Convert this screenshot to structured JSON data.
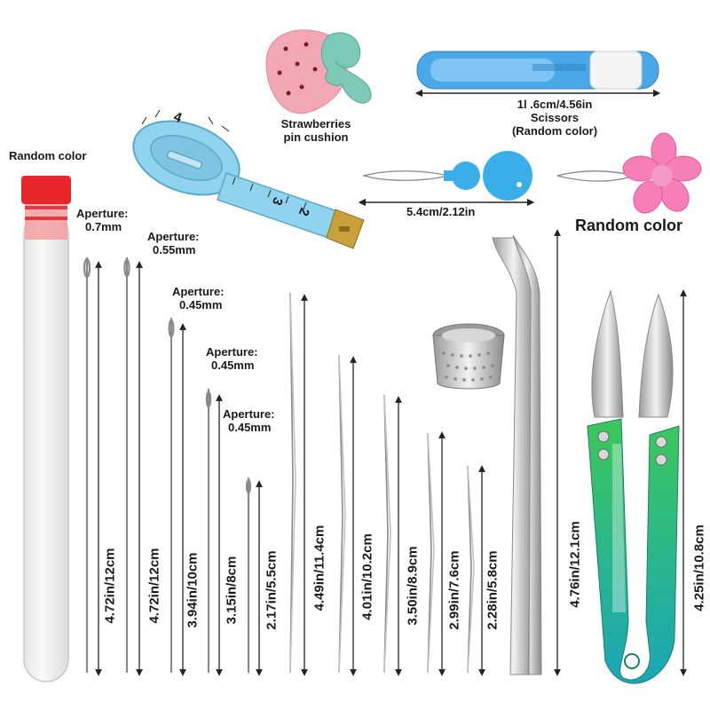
{
  "labels": {
    "tube_color": "Random color",
    "strawberry_line1": "Strawberries",
    "strawberry_line2": "pin cushion",
    "scissors_small_size": "1l .6cm/4.56in",
    "scissors_small_name": "Scissors",
    "scissors_small_color": "(Random color)",
    "threader_size": "5.4cm/2.12in",
    "flower_color": "Random color"
  },
  "apertures": [
    {
      "label": "Aperture:",
      "value": "0.7mm"
    },
    {
      "label": "Aperture:",
      "value": "0.55mm"
    },
    {
      "label": "Aperture:",
      "value": "0.45mm"
    },
    {
      "label": "Aperture:",
      "value": "0.45mm"
    },
    {
      "label": "Aperture:",
      "value": "0.45mm"
    }
  ],
  "measurements": [
    "4.72in/12cm",
    "4.72in/12cm",
    "3.94in/10cm",
    "3.15in/8cm",
    "2.17in/5.5cm",
    "4.49in/11.4cm",
    "4.01in/10.2cm",
    "3.50in/8.9cm",
    "2.99in/7.6cm",
    "2.28in/5.8cm",
    "4.76in/12.1cm",
    "4.25in/10.8cm"
  ],
  "tape_numbers": [
    "4",
    "3",
    "2"
  ],
  "colors": {
    "tube_cap": "#e8262c",
    "tape_blue": "#8fd3ee",
    "tape_metal": "#c9a13a",
    "strawberry": "#f2a8b4",
    "leaf": "#7cc9b7",
    "scissors_small": "#4aa8e8",
    "threader_blue": "#3aaee8",
    "flower": "#f77fb7",
    "handle_green": "#3cc85a",
    "handle_teal": "#1aa6b8"
  }
}
